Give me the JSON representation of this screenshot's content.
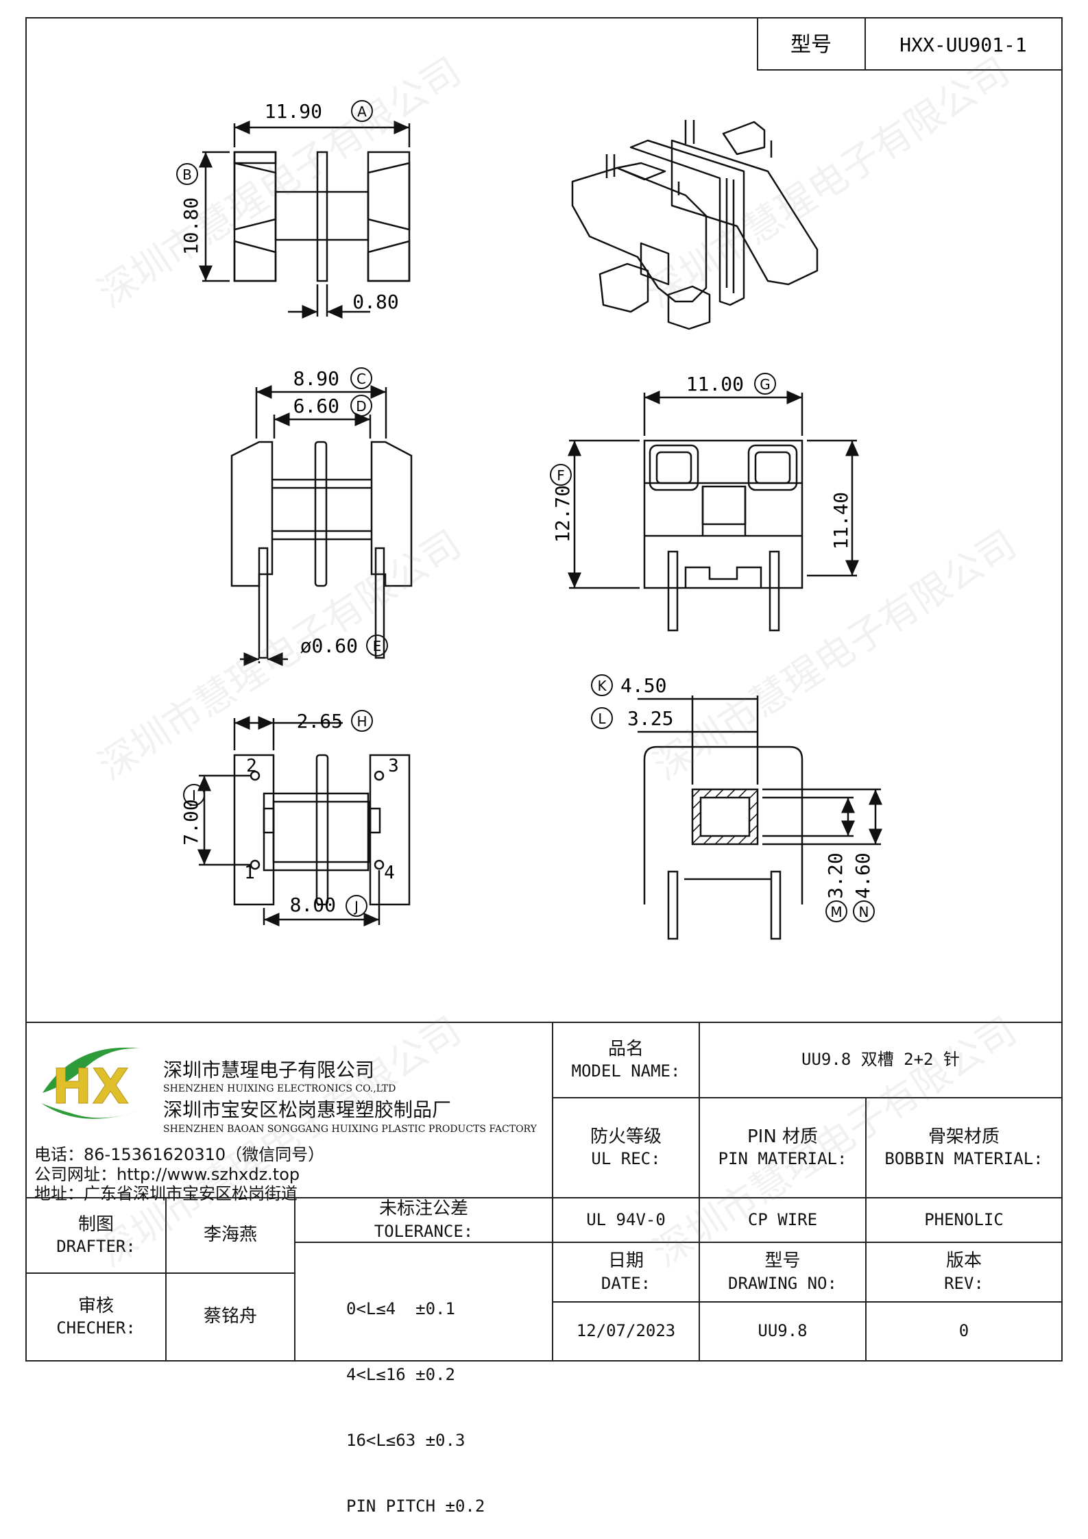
{
  "header": {
    "model_label": "型号",
    "model_value": "HXX-UU901-1"
  },
  "top_view": {
    "dim_a": "11.90",
    "dim_a_tag": "A",
    "dim_b": "10.80",
    "dim_b_tag": "B",
    "dim_wall": "0.80"
  },
  "front_view": {
    "dim_c": "8.90",
    "dim_c_tag": "C",
    "dim_d": "6.60",
    "dim_d_tag": "D",
    "dim_e": "ø0.60",
    "dim_e_tag": "E"
  },
  "side_view": {
    "dim_g": "11.00",
    "dim_g_tag": "G",
    "dim_f": "12.70",
    "dim_f_tag": "F",
    "dim_h_right": "11.40"
  },
  "bottom_view": {
    "dim_h": "2.65",
    "dim_h_tag": "H",
    "dim_i": "7.00",
    "dim_i_tag": "I",
    "dim_j": "8.00",
    "dim_j_tag": "J",
    "pins": [
      "1",
      "2",
      "3",
      "4"
    ]
  },
  "section_view": {
    "dim_k": "4.50",
    "dim_k_tag": "K",
    "dim_l": "3.25",
    "dim_l_tag": "L",
    "dim_m": "3.20",
    "dim_m_tag": "M",
    "dim_n": "4.60",
    "dim_n_tag": "N"
  },
  "watermark": "深圳市慧瑆电子有限公司",
  "company": {
    "logo_letters": "HX",
    "name_cn": "深圳市慧瑆电子有限公司",
    "name_en": "SHENZHEN HUIXING ELECTRONICS CO.,LTD",
    "factory_cn": "深圳市宝安区松岗惠瑆塑胶制品厂",
    "factory_en": "SHENZHEN BAOAN SONGGANG HUIXING PLASTIC PRODUCTS FACTORY",
    "phone": "电话：86-15361620310（微信同号）",
    "website": "公司网址：http://www.szhxdz.top",
    "address": "地址：广东省深圳市宝安区松岗街道"
  },
  "title_block": {
    "model_name_cn": "品名",
    "model_name_en": "MODEL NAME:",
    "model_name_value": "UU9.8 双槽 2+2 针",
    "ul_cn": "防火等级",
    "ul_en": "UL REC:",
    "pin_cn": "PIN 材质",
    "pin_en": "PIN MATERIAL:",
    "bobbin_cn": "骨架材质",
    "bobbin_en": "BOBBIN MATERIAL:",
    "ul_value": "UL 94V-0",
    "pin_value": "CP WIRE",
    "bobbin_value": "PHENOLIC",
    "drafter_cn": "制图",
    "drafter_en": "DRAFTER:",
    "drafter_name": "李海燕",
    "checker_cn": "审核",
    "checker_en": "CHECHER:",
    "checker_name": "蔡铭舟",
    "tolerance_cn": "未标注公差",
    "tolerance_en": "TOLERANCE:",
    "tolerance_lines": [
      "0<L≤4  ±0.1",
      "4<L≤16 ±0.2",
      "16<L≤63 ±0.3",
      "PIN PITCH ±0.2"
    ],
    "date_cn": "日期",
    "date_en": "DATE:",
    "drawing_cn": "型号",
    "drawing_en": "DRAWING NO:",
    "rev_cn": "版本",
    "rev_en": "REV:",
    "date_value": "12/07/2023",
    "drawing_value": "UU9.8",
    "rev_value": "0"
  }
}
